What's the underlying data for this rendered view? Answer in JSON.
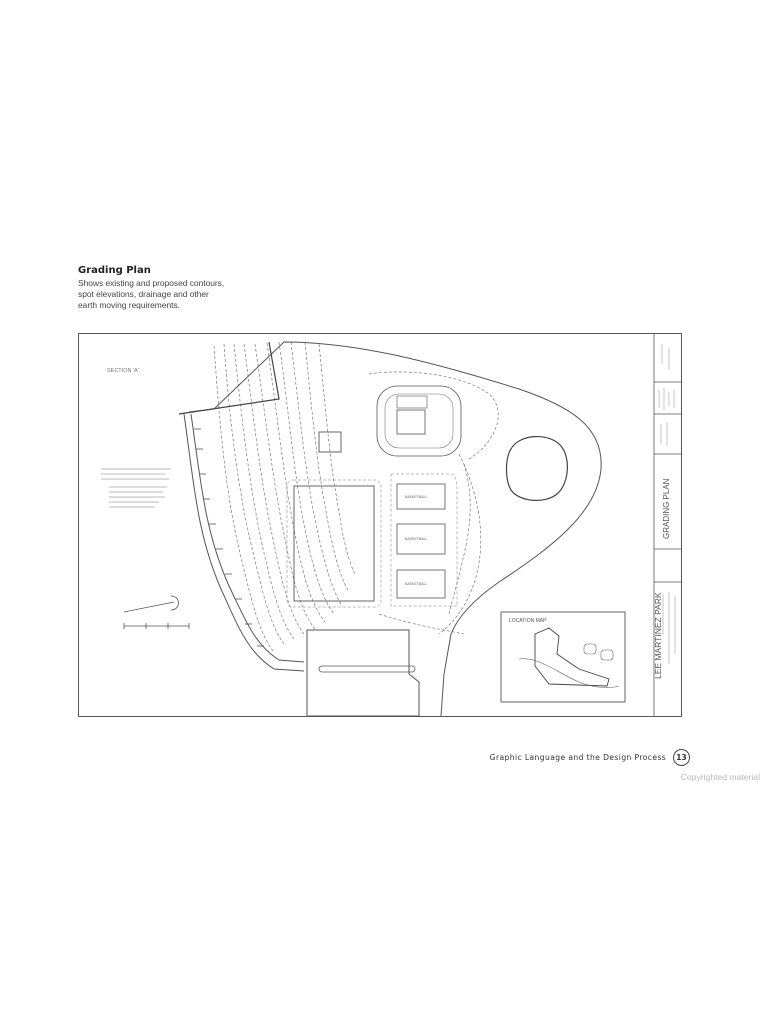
{
  "caption": {
    "title": "Grading Plan",
    "body": "Shows existing and proposed contours, spot elevations, drainage and other earth moving requirements."
  },
  "plan": {
    "section_label": "SECTION 'A'",
    "courts": [
      "BASKETBALL",
      "BASKETBALL",
      "BASKETBALL"
    ],
    "locator_title": "LOCATION MAP",
    "title_block": {
      "drawing_title": "GRADING PLAN",
      "park_name": "LEE MARTINEZ PARK"
    }
  },
  "footer": {
    "text": "Graphic Language and the Design Process",
    "page_number": "13"
  },
  "watermark": "Copyrighted material",
  "colors": {
    "ink": "#555555",
    "light_ink": "#8a8a8a",
    "watermark": "#b9b9b9"
  }
}
